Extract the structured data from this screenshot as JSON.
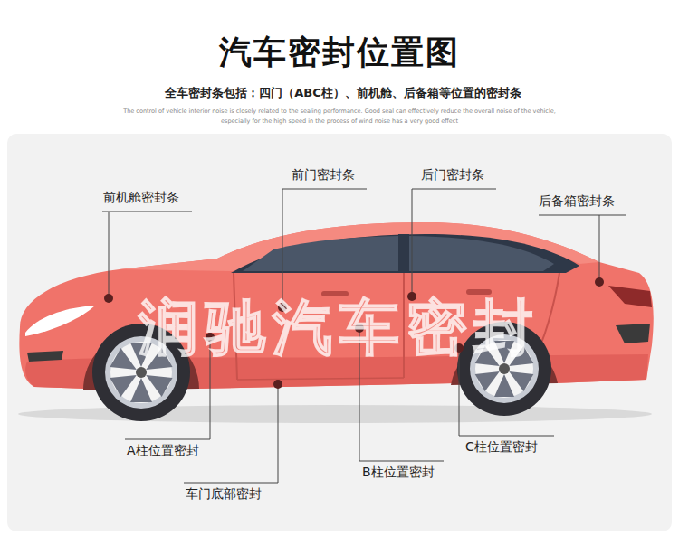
{
  "diagram": {
    "title": "汽车密封位置图",
    "labels": [
      "全车密封条包括：四门（ABC柱）、前机舱、后备箱等位置的密封条",
      "The control of vehicle interior noise is closely related to the sealing performance. Good seal can effectively reduce the overall noise of the vehicle, especially for the high speed in the process of wind noise has a very good effect",
      "前机舱密封条",
      "前门密封条",
      "后门密封条",
      "后备箱密封条",
      "A柱位置密封",
      "车门底部密封",
      "B柱位置密封",
      "C柱位置密封",
      "润驰汽车密封"
    ]
  }
}
